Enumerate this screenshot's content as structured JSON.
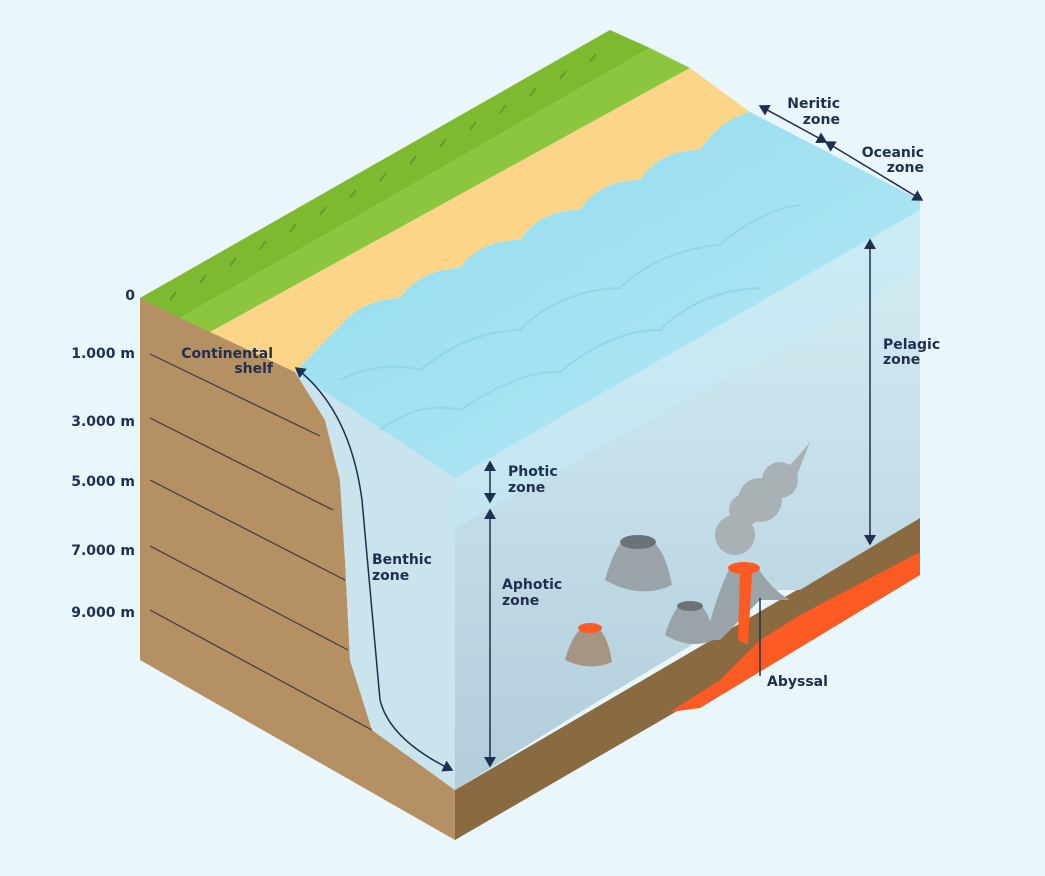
{
  "depth_scale": {
    "ticks": [
      "0",
      "1.000 m",
      "3.000 m",
      "5.000 m",
      "7.000 m",
      "9.000 m"
    ]
  },
  "labels": {
    "continental_line1": "Continental",
    "continental_line2": "shelf",
    "neritic_line1": "Neritic",
    "neritic_line2": "zone",
    "oceanic_line1": "Oceanic",
    "oceanic_line2": "zone",
    "pelagic_line1": "Pelagic",
    "pelagic_line2": "zone",
    "photic_line1": "Photic",
    "photic_line2": "zone",
    "aphotic_line1": "Aphotic",
    "aphotic_line2": "zone",
    "benthic_line1": "Benthic",
    "benthic_line2": "zone",
    "abyssal": "Abyssal"
  },
  "colors": {
    "background": "#e9f6fc",
    "grass": "#8cc63f",
    "grass_dark": "#5f9f2e",
    "sand": "#fcd588",
    "water_surface": "#a6e3f2",
    "water_deep": "#bcdde7",
    "earth_side": "#b59062",
    "earth_dark": "#8c6c42",
    "lava": "#fb5a22",
    "label_text": "#1f2f4f"
  },
  "icons": [
    "volcano-icon",
    "smoke-icon",
    "grass-icon",
    "arrow-icon"
  ]
}
